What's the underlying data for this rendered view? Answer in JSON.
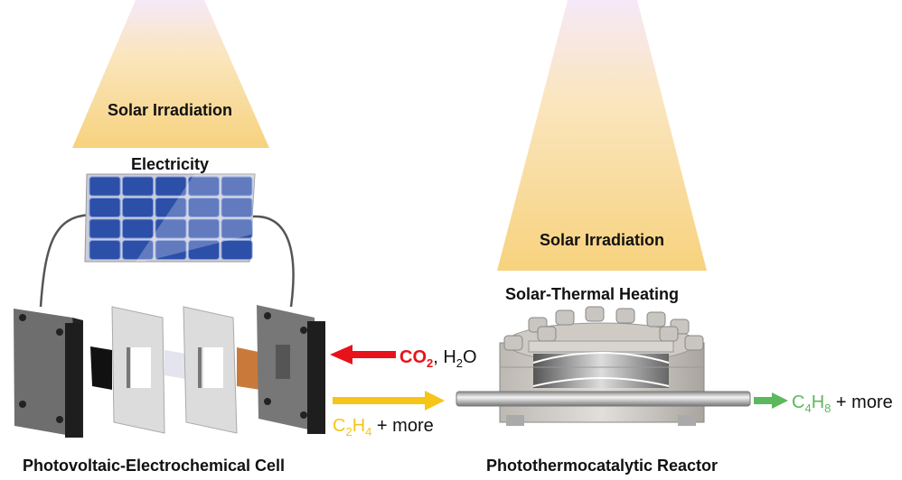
{
  "left": {
    "irradiation_label": "Solar Irradiation",
    "electricity_label": "Electricity",
    "caption": "Photovoltaic-Electrochemical Cell"
  },
  "right": {
    "irradiation_label": "Solar Irradiation",
    "heating_label": "Solar-Thermal Heating",
    "caption": "Photothermocatalytic Reactor"
  },
  "flows": {
    "input": {
      "main": "CO",
      "sub": "2",
      "rest_a": ", H",
      "sub2": "2",
      "rest_b": "O",
      "color": "#e8121b"
    },
    "intermediate": {
      "a": "C",
      "sub1": "2",
      "b": "H",
      "sub2": "4",
      "rest": " + more",
      "color": "#f5c518"
    },
    "output": {
      "a": "C",
      "sub1": "4",
      "b": "H",
      "sub2": "8",
      "rest": " + more",
      "color": "#5cb85c"
    }
  }
}
